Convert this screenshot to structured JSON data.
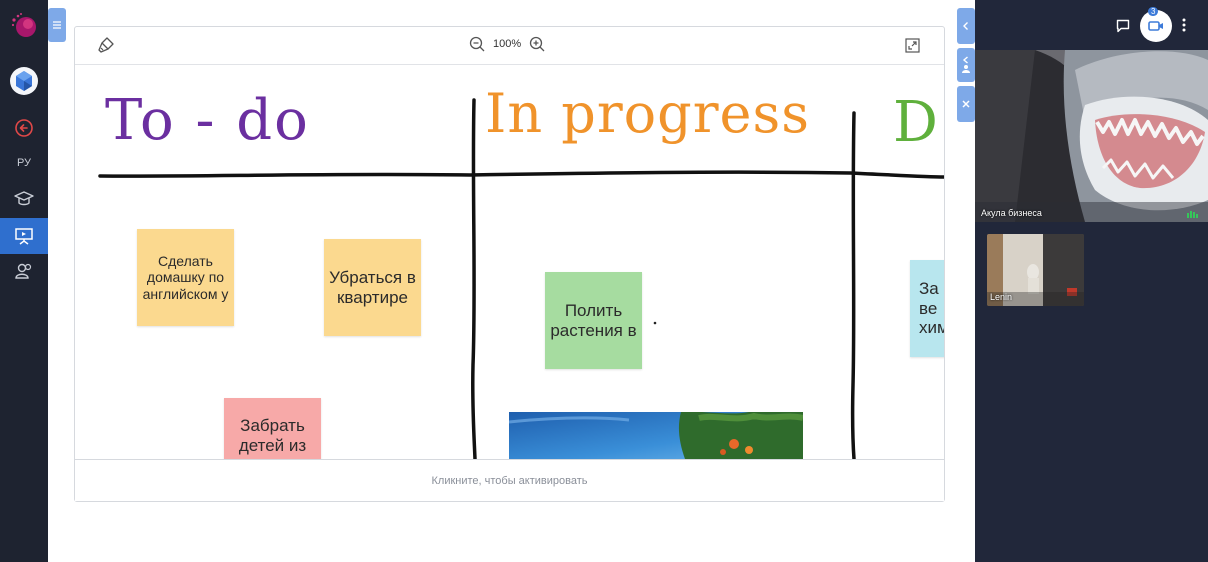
{
  "sidebar": {
    "language": "РУ",
    "icons": [
      "logo-icon",
      "avatar-globe-icon",
      "back-arrow-icon",
      "graduation-cap-icon",
      "presentation-icon",
      "users-icon"
    ]
  },
  "board": {
    "zoom": "100%",
    "footer_hint": "Кликните, чтобы активировать",
    "columns": {
      "todo": "To - do",
      "in_progress": "In progress",
      "done": "D"
    },
    "stickies": [
      {
        "text": "Сделать домашку по английском у",
        "color": "#fbd98f"
      },
      {
        "text": "Убраться в квартире",
        "color": "#fbd98f"
      },
      {
        "text": "Забрать детей из",
        "color": "#f7a9a8"
      },
      {
        "text": "Полить растения в",
        "color": "#a6dca0"
      },
      {
        "text": "За ве хим",
        "color": "#b8e6ee"
      }
    ]
  },
  "video": {
    "participants_count": "3",
    "main_speaker": "Акула бизнеса",
    "thumb_name": "Lenin"
  },
  "colors": {
    "accent": "#2f6fce",
    "todo_ink": "#6b2fa0",
    "progress_ink": "#f0932b",
    "done_ink": "#5fb03c"
  }
}
